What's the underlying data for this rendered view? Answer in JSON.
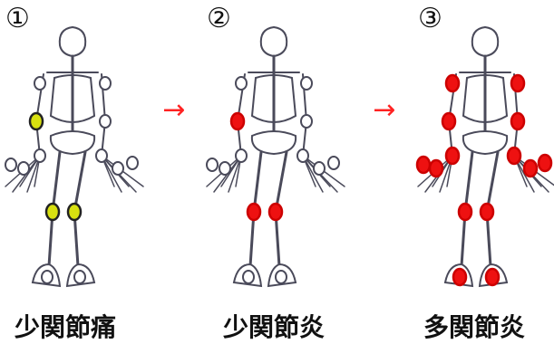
{
  "panels": [
    {
      "number": "①",
      "caption": "少関節痛",
      "marked_joints": [
        "right-elbow",
        "right-knee",
        "left-knee"
      ],
      "mark_color": "#d8e010",
      "mark_stroke": "#222222"
    },
    {
      "number": "②",
      "caption": "少関節炎",
      "marked_joints": [
        "right-elbow",
        "right-knee",
        "left-knee"
      ],
      "mark_color": "#ee1111",
      "mark_stroke": "#cc0000"
    },
    {
      "number": "③",
      "caption": "多関節炎",
      "marked_joints": [
        "right-shoulder",
        "left-shoulder",
        "right-elbow",
        "left-elbow",
        "right-wrist",
        "left-wrist",
        "right-hand-1",
        "right-hand-2",
        "left-hand-1",
        "left-hand-2",
        "right-knee",
        "left-knee",
        "right-foot",
        "left-foot"
      ],
      "mark_color": "#ee1111",
      "mark_stroke": "#cc0000"
    }
  ],
  "arrows": [
    "→",
    "→"
  ],
  "arrow_color": "#ff2222"
}
